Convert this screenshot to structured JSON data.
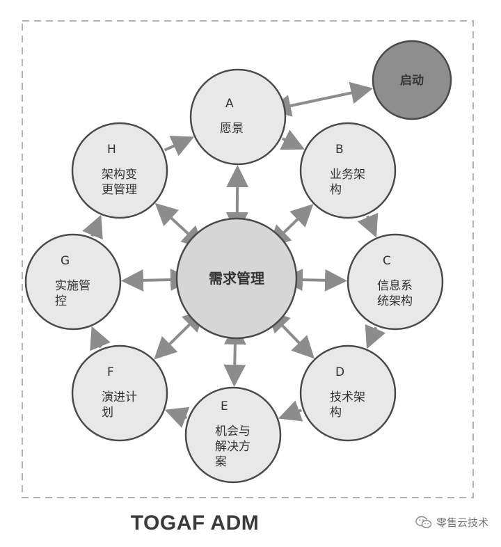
{
  "diagram": {
    "colors": {
      "phase_fill": "#e8e8e8",
      "center_fill": "#d6d6d6",
      "start_fill": "#8e8e8e",
      "stroke": "#4a4a4a",
      "arrow": "#8c8c8c",
      "frame": "#b3b3b3"
    },
    "center": {
      "label": "需求管理"
    },
    "start": {
      "label": "启动"
    },
    "phases": [
      {
        "key": "A",
        "letter": "A",
        "lines": [
          "愿景"
        ]
      },
      {
        "key": "B",
        "letter": "B",
        "lines": [
          "业务架",
          "构"
        ]
      },
      {
        "key": "C",
        "letter": "C",
        "lines": [
          "信息系",
          "统架构"
        ]
      },
      {
        "key": "D",
        "letter": "D",
        "lines": [
          "技术架",
          "构"
        ]
      },
      {
        "key": "E",
        "letter": "E",
        "lines": [
          "机会与",
          "解决方",
          "案"
        ]
      },
      {
        "key": "F",
        "letter": "F",
        "lines": [
          "演进计",
          "划"
        ]
      },
      {
        "key": "G",
        "letter": "G",
        "lines": [
          "实施管",
          "控"
        ]
      },
      {
        "key": "H",
        "letter": "H",
        "lines": [
          "架构变",
          "更管理"
        ]
      }
    ],
    "cycle_arrows": [
      {
        "from": "A",
        "to": "B"
      },
      {
        "from": "B",
        "to": "C"
      },
      {
        "from": "C",
        "to": "D"
      },
      {
        "from": "D",
        "to": "E"
      },
      {
        "from": "E",
        "to": "F"
      },
      {
        "from": "F",
        "to": "G"
      },
      {
        "from": "G",
        "to": "H"
      },
      {
        "from": "H",
        "to": "A"
      }
    ],
    "hub_arrows": [
      "A",
      "B",
      "C",
      "D",
      "E",
      "F",
      "G",
      "H"
    ],
    "start_arrow": {
      "between": [
        "A",
        "start"
      ],
      "type": "double"
    }
  },
  "caption": "TOGAF ADM",
  "watermark": {
    "text": "零售云技术",
    "icon": "wechat-icon"
  }
}
